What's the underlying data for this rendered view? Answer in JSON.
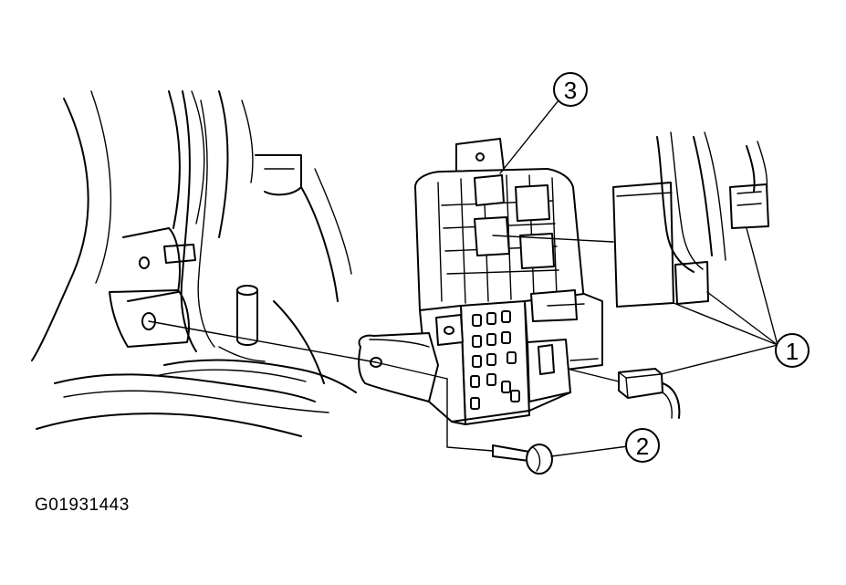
{
  "figure": {
    "code": "G01931443"
  },
  "callouts": [
    {
      "id": "callout-1",
      "label": "1"
    },
    {
      "id": "callout-2",
      "label": "2"
    },
    {
      "id": "callout-3",
      "label": "3"
    }
  ],
  "colors": {
    "ink": "#000000",
    "paper": "#ffffff"
  }
}
